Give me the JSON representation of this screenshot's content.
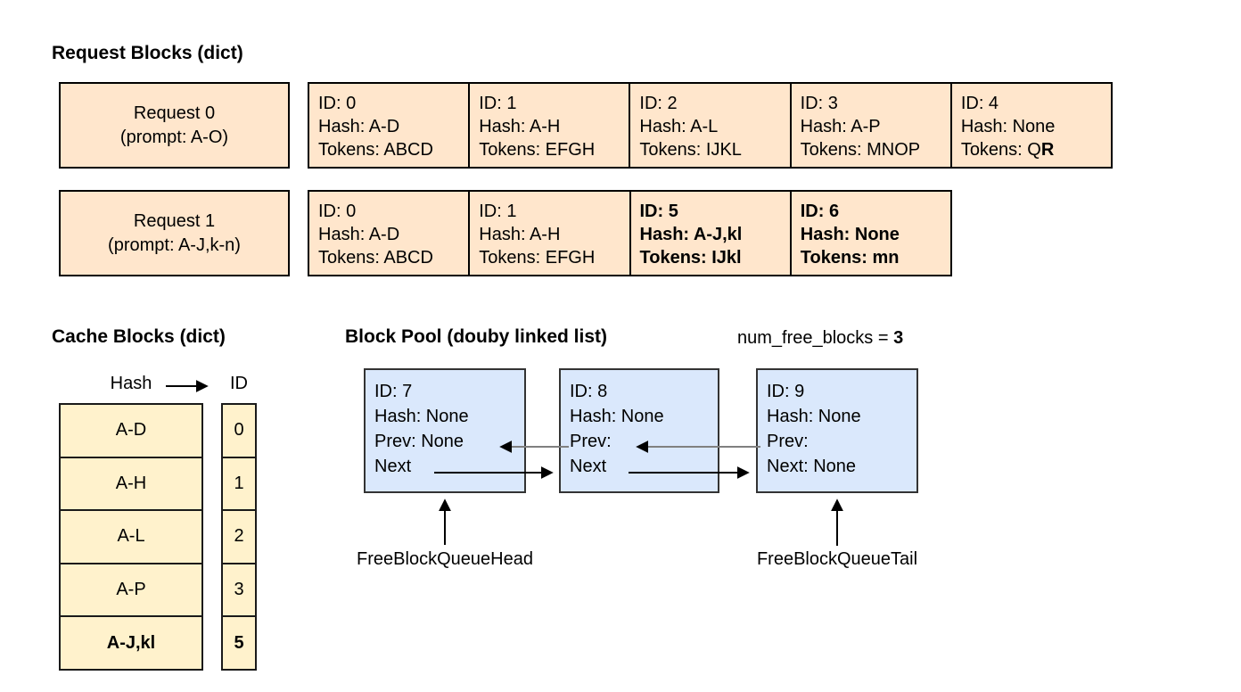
{
  "colors": {
    "request_fill": "#FFE6CC",
    "cache_fill": "#FFF2CC",
    "pool_fill": "#DAE8FC",
    "border": "#000000",
    "prev_arrow": "#808080"
  },
  "request_section": {
    "title": "Request Blocks (dict)",
    "rows": [
      {
        "label_line1": "Request 0",
        "label_line2": "(prompt: A-O)",
        "cells": [
          {
            "id": "ID: 0",
            "hash": "Hash: A-D",
            "tokens": "Tokens: ABCD",
            "tokens_bold": ""
          },
          {
            "id": "ID: 1",
            "hash": "Hash: A-H",
            "tokens": "Tokens: EFGH",
            "tokens_bold": ""
          },
          {
            "id": "ID: 2",
            "hash": "Hash: A-L",
            "tokens": "Tokens: IJKL",
            "tokens_bold": ""
          },
          {
            "id": "ID: 3",
            "hash": "Hash: A-P",
            "tokens": "Tokens: MNOP",
            "tokens_bold": ""
          },
          {
            "id": "ID: 4",
            "hash": "Hash: None",
            "tokens": "Tokens: Q",
            "tokens_bold": "R"
          }
        ]
      },
      {
        "label_line1": "Request 1",
        "label_line2": "(prompt: A-J,k-n)",
        "cells": [
          {
            "id": "ID: 0",
            "hash": "Hash: A-D",
            "tokens": "Tokens: ABCD",
            "tokens_bold": ""
          },
          {
            "id": "ID: 1",
            "hash": "Hash: A-H",
            "tokens": "Tokens: EFGH",
            "tokens_bold": ""
          },
          {
            "id": "ID: 5",
            "hash": "Hash: A-J,kl",
            "tokens": "Tokens: IJkl",
            "tokens_bold": ""
          },
          {
            "id": "ID: 6",
            "hash": "Hash: None",
            "tokens": "Tokens: mn",
            "tokens_bold": ""
          }
        ]
      }
    ]
  },
  "cache_section": {
    "title": "Cache Blocks (dict)",
    "hash_header": "Hash",
    "id_header": "ID",
    "rows": [
      {
        "hash": "A-D",
        "id": "0"
      },
      {
        "hash": "A-H",
        "id": "1"
      },
      {
        "hash": "A-L",
        "id": "2"
      },
      {
        "hash": "A-P",
        "id": "3"
      },
      {
        "hash": "A-J,kl",
        "id": "5"
      }
    ]
  },
  "pool_section": {
    "title": "Block Pool (douby linked list)",
    "free_label": "num_free_blocks = ",
    "free_value": "3",
    "blocks": [
      {
        "id": "ID: 7",
        "hash": "Hash: None",
        "prev": "Prev: None",
        "next": "Next"
      },
      {
        "id": "ID: 8",
        "hash": "Hash: None",
        "prev": "Prev:",
        "next": "Next"
      },
      {
        "id": "ID: 9",
        "hash": "Hash: None",
        "prev": "Prev:",
        "next": "Next: None"
      }
    ],
    "head_label": "FreeBlockQueueHead",
    "tail_label": "FreeBlockQueueTail"
  }
}
